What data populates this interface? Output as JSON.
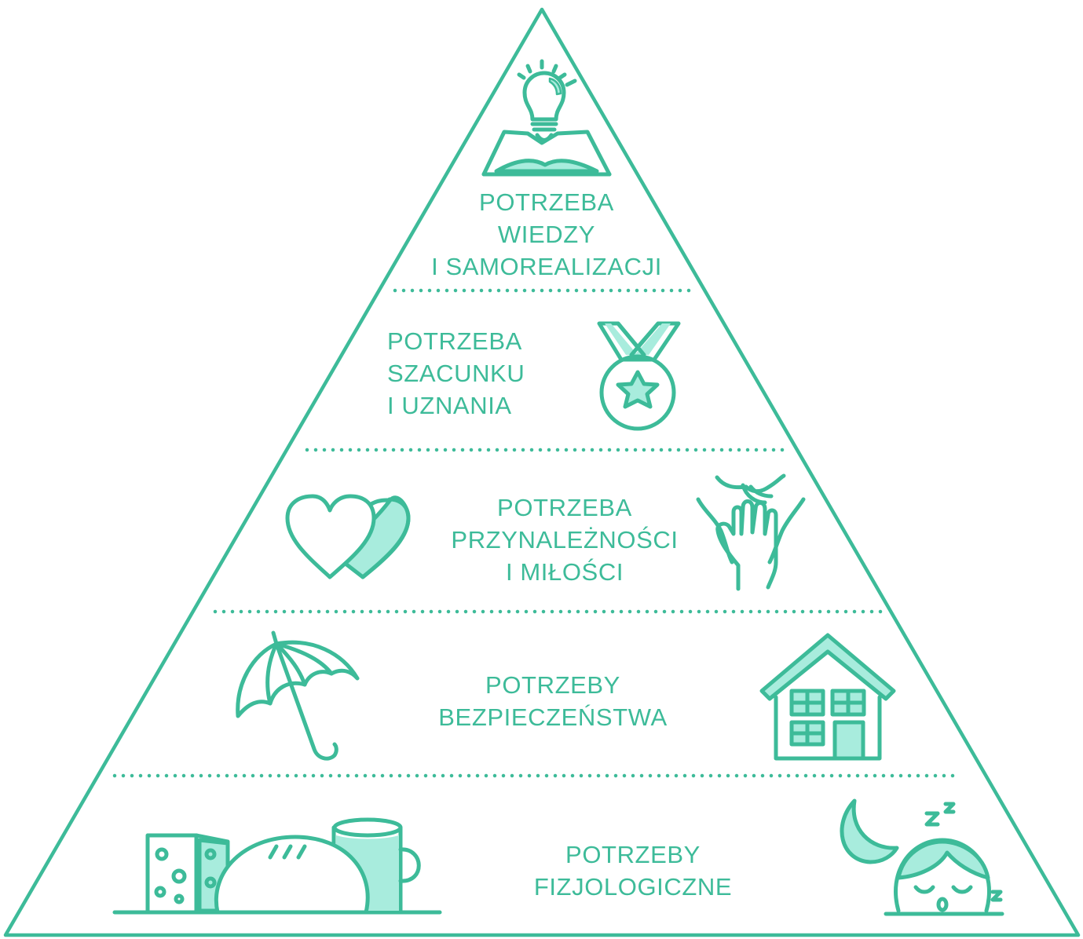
{
  "colors": {
    "stroke": "#3dbb99",
    "fill_light": "#a8ecdd",
    "background": "#ffffff"
  },
  "levels": [
    {
      "id": "self-actualization",
      "lines": [
        "POTRZEBA",
        "WIEDZY",
        "I SAMOREALIZACJI"
      ],
      "icons": [
        "lightbulb-book-icon"
      ]
    },
    {
      "id": "esteem",
      "lines": [
        "POTRZEBA",
        "SZACUNKU",
        "I UZNANIA"
      ],
      "icons": [
        "medal-star-icon"
      ]
    },
    {
      "id": "belonging",
      "lines": [
        "POTRZEBA",
        "PRZYNALEŻNOŚCI",
        "I MIŁOŚCI"
      ],
      "icons": [
        "two-hearts-icon",
        "holding-hands-icon"
      ]
    },
    {
      "id": "safety",
      "lines": [
        "POTRZEBY",
        "BEZPIECZEŃSTWA"
      ],
      "icons": [
        "umbrella-icon",
        "house-icon"
      ]
    },
    {
      "id": "physiological",
      "lines": [
        "POTRZEBY",
        "FIZJOLOGICZNE"
      ],
      "icons": [
        "cheese-bread-mug-icon",
        "moon-sleeping-face-icon"
      ]
    }
  ]
}
